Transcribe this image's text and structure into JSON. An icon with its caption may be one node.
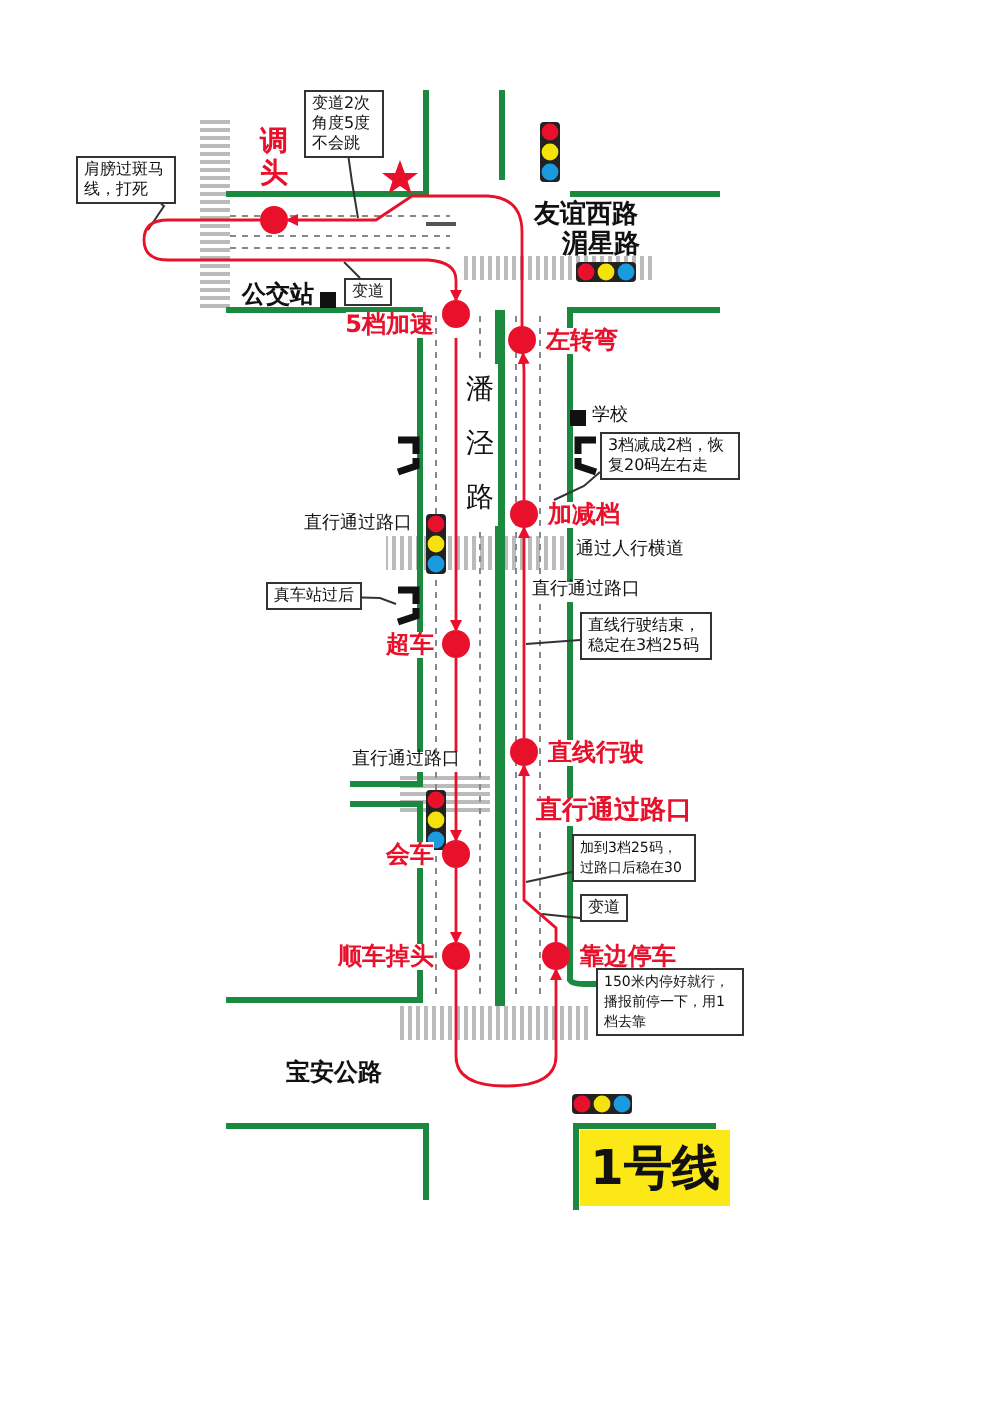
{
  "diagram": {
    "nodes": [
      {
        "text": [
          "变道2次角度5度不会跳"
        ]
      },
      {
        "text": [
          "肩膀过斑马线，打死"
        ]
      },
      {
        "text": [
          "变道"
        ]
      },
      {
        "text": [
          "调头"
        ]
      },
      {
        "text": [
          "5档加速"
        ]
      },
      {
        "text": [
          "左转弯"
        ]
      },
      {
        "text": [
          "3档减成2档，恢复20码左右走"
        ]
      },
      {
        "text": [
          "加减档"
        ]
      },
      {
        "text": [
          "真车站过后"
        ]
      },
      {
        "text": [
          "直线行驶结束，稳定在3档25码"
        ]
      },
      {
        "text": [
          "超车"
        ]
      },
      {
        "text": [
          "直线行驶"
        ]
      },
      {
        "text": [
          "会车"
        ]
      },
      {
        "text": [
          "加到3档25码，过路口后稳在30"
        ]
      },
      {
        "text": [
          "变道"
        ]
      },
      {
        "text": [
          "顺车掉头"
        ]
      },
      {
        "text": [
          "靠边停车"
        ]
      },
      {
        "text": [
          "150米内停好就行，播报前停一下，用1档去靠"
        ]
      },
      {
        "text": [
          "1号线"
        ]
      }
    ],
    "edges": [
      {
        "from": 5,
        "to": 3,
        "arrow": "to"
      },
      {
        "from": 3,
        "to": 4,
        "arrow": "to"
      },
      {
        "from": 4,
        "to": 10,
        "arrow": "to"
      },
      {
        "from": 10,
        "to": 12,
        "arrow": "to"
      },
      {
        "from": 12,
        "to": 15,
        "arrow": "to"
      },
      {
        "from": 15,
        "to": 16,
        "arrow": "to"
      },
      {
        "from": 16,
        "to": 11,
        "arrow": "to"
      },
      {
        "from": 11,
        "to": 7,
        "arrow": "to"
      },
      {
        "from": 7,
        "to": 5,
        "arrow": "to"
      },
      {
        "from": 0,
        "to": null,
        "arrow": "none",
        "color": "#333333"
      },
      {
        "from": 1,
        "to": null,
        "arrow": "none",
        "color": "#333333"
      },
      {
        "from": 2,
        "to": null,
        "arrow": "none",
        "color": "#333333"
      },
      {
        "from": 6,
        "to": 7,
        "arrow": "none",
        "color": "#333333"
      },
      {
        "from": 8,
        "to": null,
        "arrow": "none",
        "color": "#333333"
      },
      {
        "from": 9,
        "to": null,
        "arrow": "none",
        "color": "#333333"
      },
      {
        "from": 13,
        "to": null,
        "arrow": "none",
        "color": "#333333"
      },
      {
        "from": 14,
        "to": null,
        "arrow": "none",
        "color": "#333333"
      }
    ],
    "labels": [
      "友谊西路",
      "湄星路",
      "公交站",
      "潘泾路",
      "学校",
      "直行通过路口",
      "通过人行横道",
      "直行通过路口",
      "直行通过路口",
      "直行通过路口",
      "宝安公路"
    ]
  }
}
